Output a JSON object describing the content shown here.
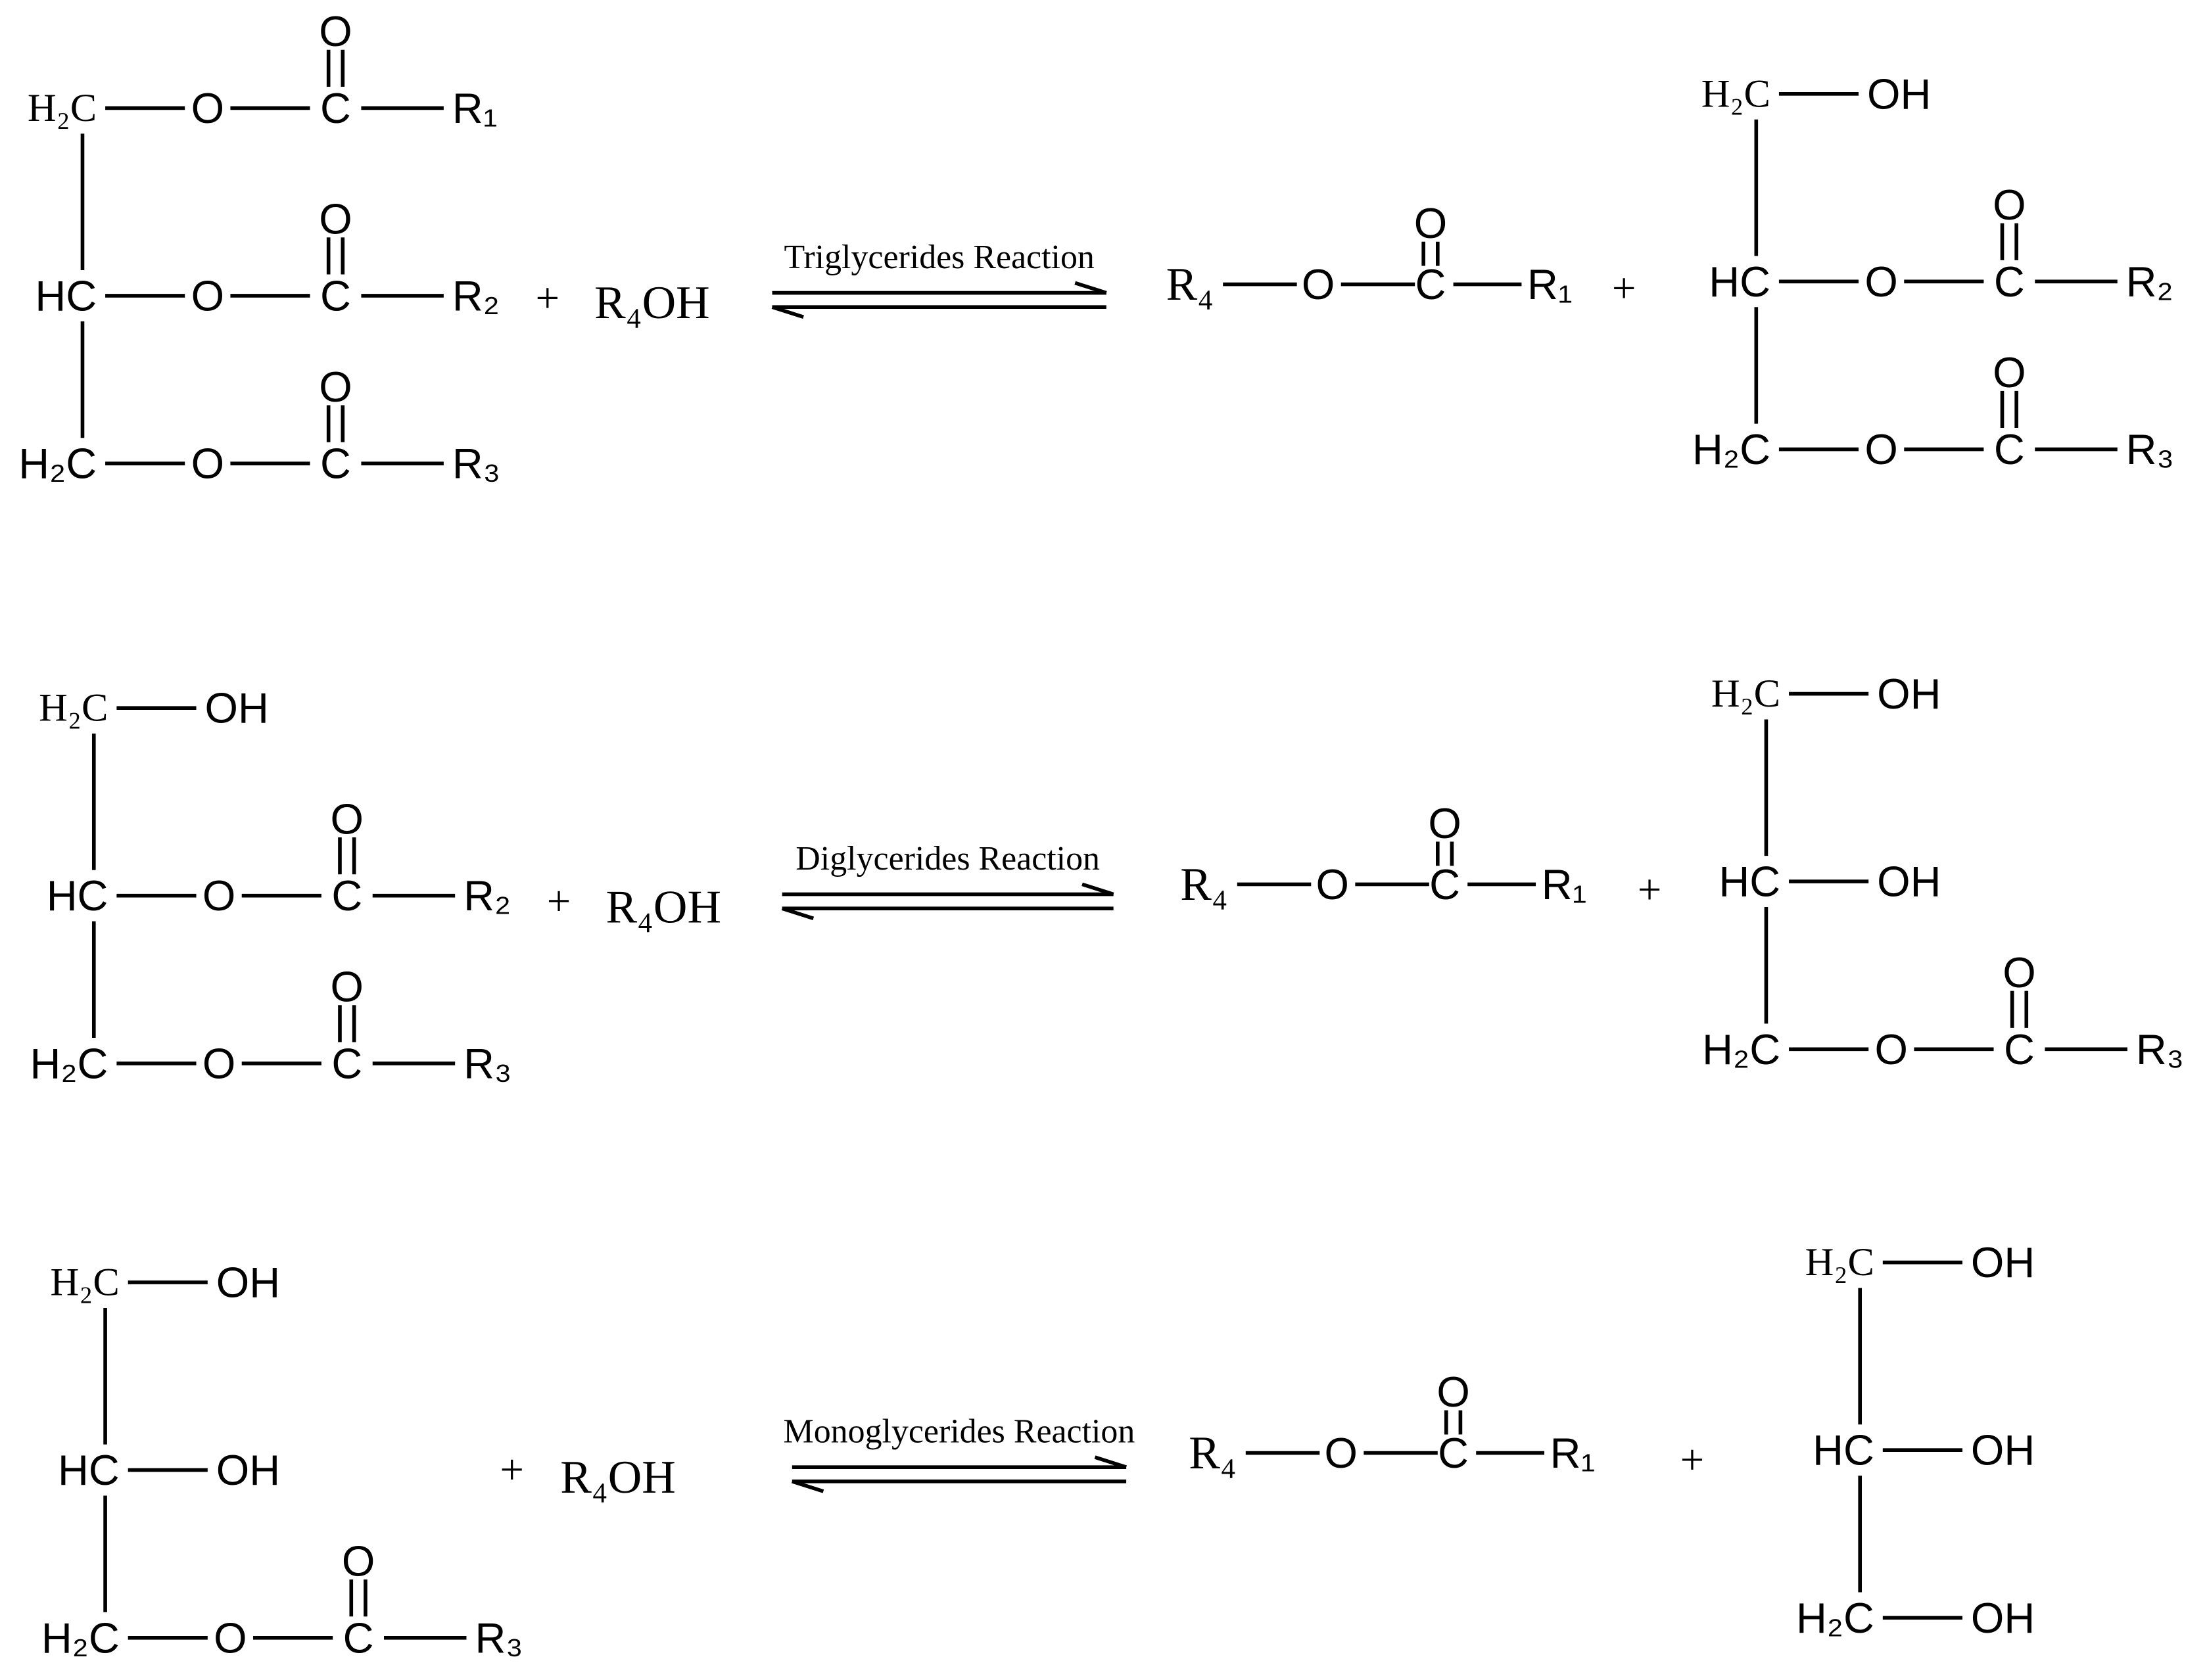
{
  "reactions": [
    {
      "reactant": {
        "rows": [
          {
            "carbon": "H₂C",
            "bond_o": "O",
            "carbonyl_c": "C",
            "carbonyl_o": "O",
            "r": "R₁"
          },
          {
            "carbon": "HC",
            "bond_o": "O",
            "carbonyl_c": "C",
            "carbonyl_o": "O",
            "r": "R₂"
          },
          {
            "carbon": "H₂C",
            "bond_o": "O",
            "carbonyl_c": "C",
            "carbonyl_o": "O",
            "r": "R₃"
          }
        ]
      },
      "plus_1": "+",
      "reagent": "R₄OH",
      "arrow_label": "Triglycerides Reaction",
      "ester": {
        "r_alkyl": "R₄",
        "bond_o": "O",
        "carbonyl_c": "C",
        "carbonyl_o": "O",
        "r": "R₁"
      },
      "plus_2": "+",
      "product": {
        "rows": [
          {
            "carbon": "H₂C",
            "hydroxyl": "OH"
          },
          {
            "carbon": "HC",
            "bond_o": "O",
            "carbonyl_c": "C",
            "carbonyl_o": "O",
            "r": "R₂"
          },
          {
            "carbon": "H₂C",
            "bond_o": "O",
            "carbonyl_c": "C",
            "carbonyl_o": "O",
            "r": "R₃"
          }
        ]
      }
    },
    {
      "reactant": {
        "rows": [
          {
            "carbon": "H₂C",
            "hydroxyl": "OH"
          },
          {
            "carbon": "HC",
            "bond_o": "O",
            "carbonyl_c": "C",
            "carbonyl_o": "O",
            "r": "R₂"
          },
          {
            "carbon": "H₂C",
            "bond_o": "O",
            "carbonyl_c": "C",
            "carbonyl_o": "O",
            "r": "R₃"
          }
        ]
      },
      "plus_1": "+",
      "reagent": "R₄OH",
      "arrow_label": "Diglycerides Reaction",
      "ester": {
        "r_alkyl": "R₄",
        "bond_o": "O",
        "carbonyl_c": "C",
        "carbonyl_o": "O",
        "r": "R₁"
      },
      "plus_2": "+",
      "product": {
        "rows": [
          {
            "carbon": "H₂C",
            "hydroxyl": "OH"
          },
          {
            "carbon": "HC",
            "hydroxyl": "OH"
          },
          {
            "carbon": "H₂C",
            "bond_o": "O",
            "carbonyl_c": "C",
            "carbonyl_o": "O",
            "r": "R₃"
          }
        ]
      }
    },
    {
      "reactant": {
        "rows": [
          {
            "carbon": "H₂C",
            "hydroxyl": "OH"
          },
          {
            "carbon": "HC",
            "hydroxyl": "OH"
          },
          {
            "carbon": "H₂C",
            "bond_o": "O",
            "carbonyl_c": "C",
            "carbonyl_o": "O",
            "r": "R₃"
          }
        ]
      },
      "plus_1": "+",
      "reagent": "R₄OH",
      "arrow_label": "Monoglycerides Reaction",
      "ester": {
        "r_alkyl": "R₄",
        "bond_o": "O",
        "carbonyl_c": "C",
        "carbonyl_o": "O",
        "r": "R₁"
      },
      "plus_2": "+",
      "product": {
        "rows": [
          {
            "carbon": "H₂C",
            "hydroxyl": "OH"
          },
          {
            "carbon": "HC",
            "hydroxyl": "OH"
          },
          {
            "carbon": "H₂C",
            "hydroxyl": "OH"
          }
        ]
      }
    }
  ]
}
